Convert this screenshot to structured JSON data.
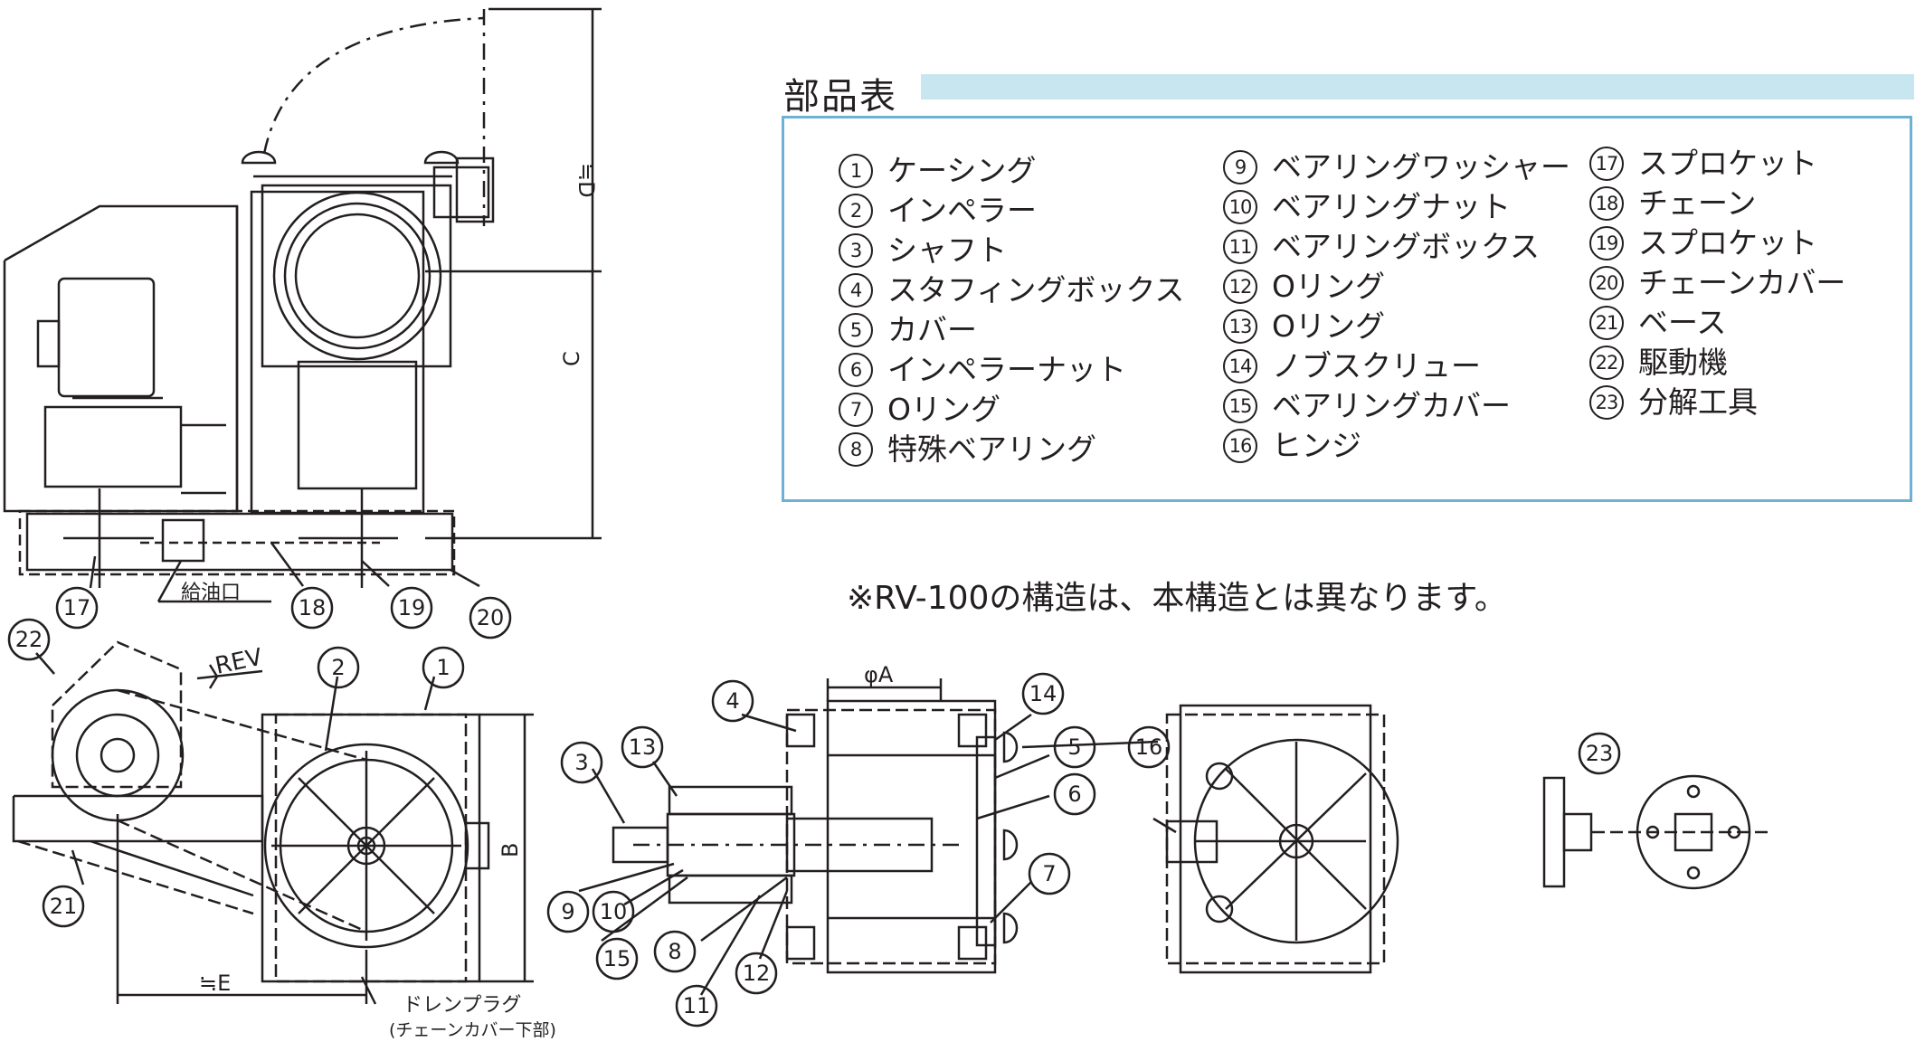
{
  "parts_table": {
    "title": "部品表",
    "columns": [
      [
        {
          "num": "1",
          "name": "ケーシング"
        },
        {
          "num": "2",
          "name": "インペラー"
        },
        {
          "num": "3",
          "name": "シャフト"
        },
        {
          "num": "4",
          "name": "スタフィングボックス"
        },
        {
          "num": "5",
          "name": "カバー"
        },
        {
          "num": "6",
          "name": "インペラーナット"
        },
        {
          "num": "7",
          "name": "Oリング"
        },
        {
          "num": "8",
          "name": "特殊ベアリング"
        }
      ],
      [
        {
          "num": "9",
          "name": "ベアリングワッシャー"
        },
        {
          "num": "10",
          "name": "ベアリングナット"
        },
        {
          "num": "11",
          "name": "ベアリングボックス"
        },
        {
          "num": "12",
          "name": "Oリング"
        },
        {
          "num": "13",
          "name": "Oリング"
        },
        {
          "num": "14",
          "name": "ノブスクリュー"
        },
        {
          "num": "15",
          "name": "ベアリングカバー"
        },
        {
          "num": "16",
          "name": "ヒンジ"
        }
      ],
      [
        {
          "num": "17",
          "name": "スプロケット"
        },
        {
          "num": "18",
          "name": "チェーン"
        },
        {
          "num": "19",
          "name": "スプロケット"
        },
        {
          "num": "20",
          "name": "チェーンカバー"
        },
        {
          "num": "21",
          "name": "ベース"
        },
        {
          "num": "22",
          "name": "駆動機"
        },
        {
          "num": "23",
          "name": "分解工具"
        }
      ]
    ]
  },
  "note": "※RV-100の構造は、本構造とは異なります。",
  "drawing_labels": {
    "dim_c": "C",
    "dim_d": "≒D",
    "dim_b": "B",
    "dim_e": "≒E",
    "dim_phi_a": "φA",
    "rev": "REV",
    "oil_inlet": "給油口",
    "drain_plug": "ドレンプラグ",
    "drain_plug_note": "(チェーンカバー下部)",
    "callouts": {
      "c1": "1",
      "c2": "2",
      "c3": "3",
      "c4": "4",
      "c5": "5",
      "c6": "6",
      "c7": "7",
      "c8": "8",
      "c9": "9",
      "c10": "10",
      "c11": "11",
      "c12": "12",
      "c13": "13",
      "c14": "14",
      "c15": "15",
      "c16": "16",
      "c17": "17",
      "c18": "18",
      "c19": "19",
      "c20": "20",
      "c21": "21",
      "c22": "22",
      "c23": "23"
    }
  }
}
